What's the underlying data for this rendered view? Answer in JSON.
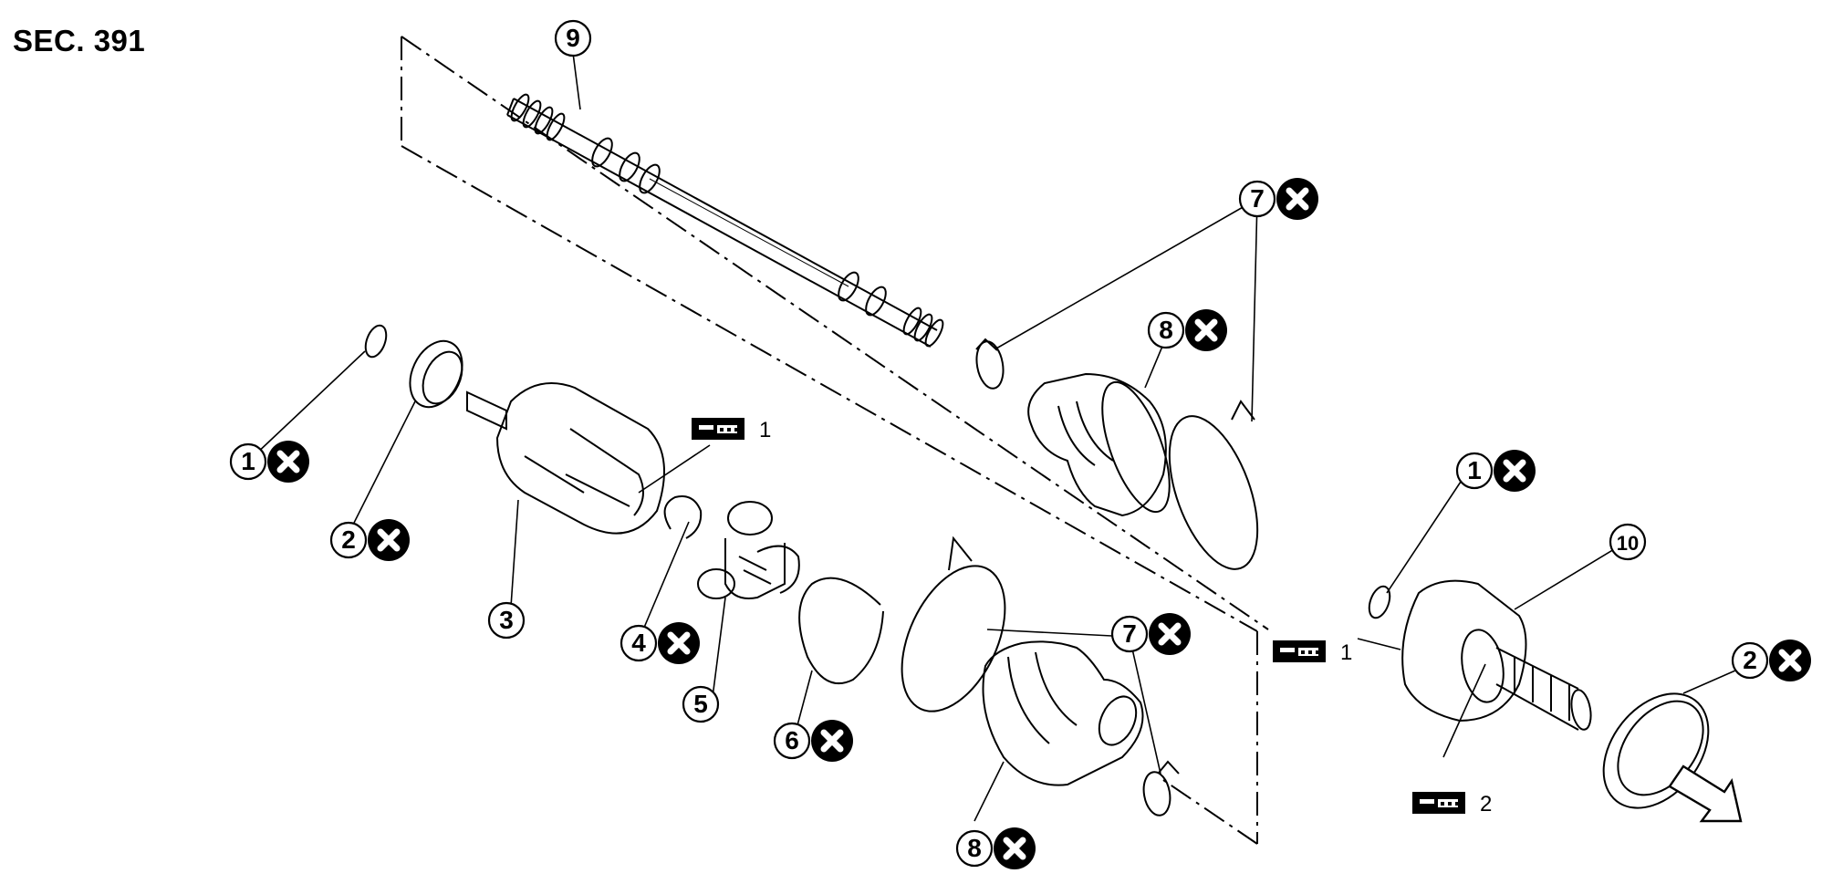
{
  "section_label": "SEC. 391",
  "colors": {
    "ink": "#000000",
    "paper": "#ffffff"
  },
  "callouts": [
    {
      "id": "c9",
      "num": "9",
      "replace": false
    },
    {
      "id": "c7a",
      "num": "7",
      "replace": true
    },
    {
      "id": "c8a",
      "num": "8",
      "replace": true
    },
    {
      "id": "c1a",
      "num": "1",
      "replace": true
    },
    {
      "id": "c2a",
      "num": "2",
      "replace": true
    },
    {
      "id": "c3",
      "num": "3",
      "replace": false
    },
    {
      "id": "c4",
      "num": "4",
      "replace": true
    },
    {
      "id": "c5",
      "num": "5",
      "replace": false
    },
    {
      "id": "c6",
      "num": "6",
      "replace": true
    },
    {
      "id": "c7b",
      "num": "7",
      "replace": true
    },
    {
      "id": "c8b",
      "num": "8",
      "replace": true
    },
    {
      "id": "c1b",
      "num": "1",
      "replace": true
    },
    {
      "id": "c10",
      "num": "10",
      "replace": false
    },
    {
      "id": "c2b",
      "num": "2",
      "replace": true
    }
  ],
  "grease_marks": [
    {
      "id": "g1",
      "num": "1"
    },
    {
      "id": "g2",
      "num": "1"
    },
    {
      "id": "g3",
      "num": "2"
    }
  ],
  "icons": {
    "replace_symbol": "do-not-reuse-icon",
    "grease_symbol": "grease-application-icon",
    "direction_arrow": "vehicle-front-arrow-icon"
  }
}
